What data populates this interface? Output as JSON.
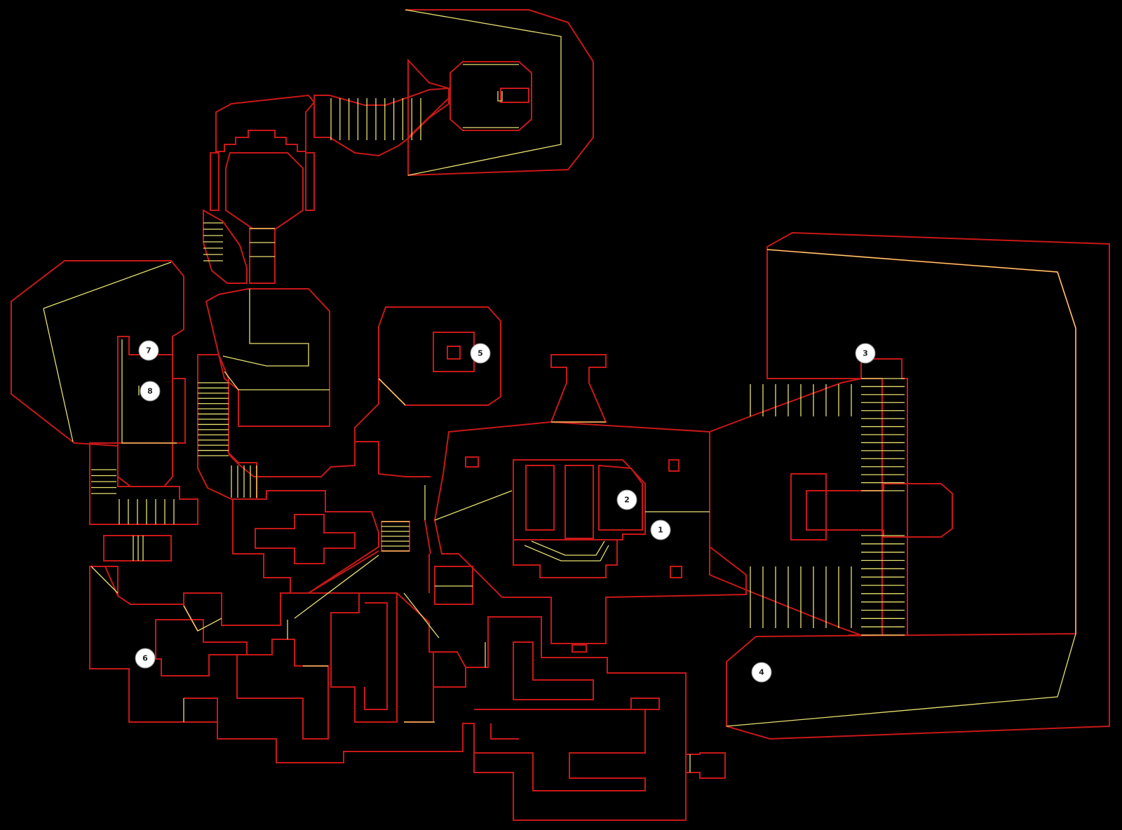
{
  "colors": {
    "background": "#000000",
    "wall": "#c81818",
    "step_line": "#e8e070",
    "marker_fill": "#ffffff",
    "marker_text": "#222222"
  },
  "markers": [
    {
      "id": "1",
      "label": "1"
    },
    {
      "id": "2",
      "label": "2"
    },
    {
      "id": "3",
      "label": "3"
    },
    {
      "id": "4",
      "label": "4"
    },
    {
      "id": "5",
      "label": "5"
    },
    {
      "id": "6",
      "label": "6"
    },
    {
      "id": "7",
      "label": "7"
    },
    {
      "id": "8",
      "label": "8"
    }
  ]
}
